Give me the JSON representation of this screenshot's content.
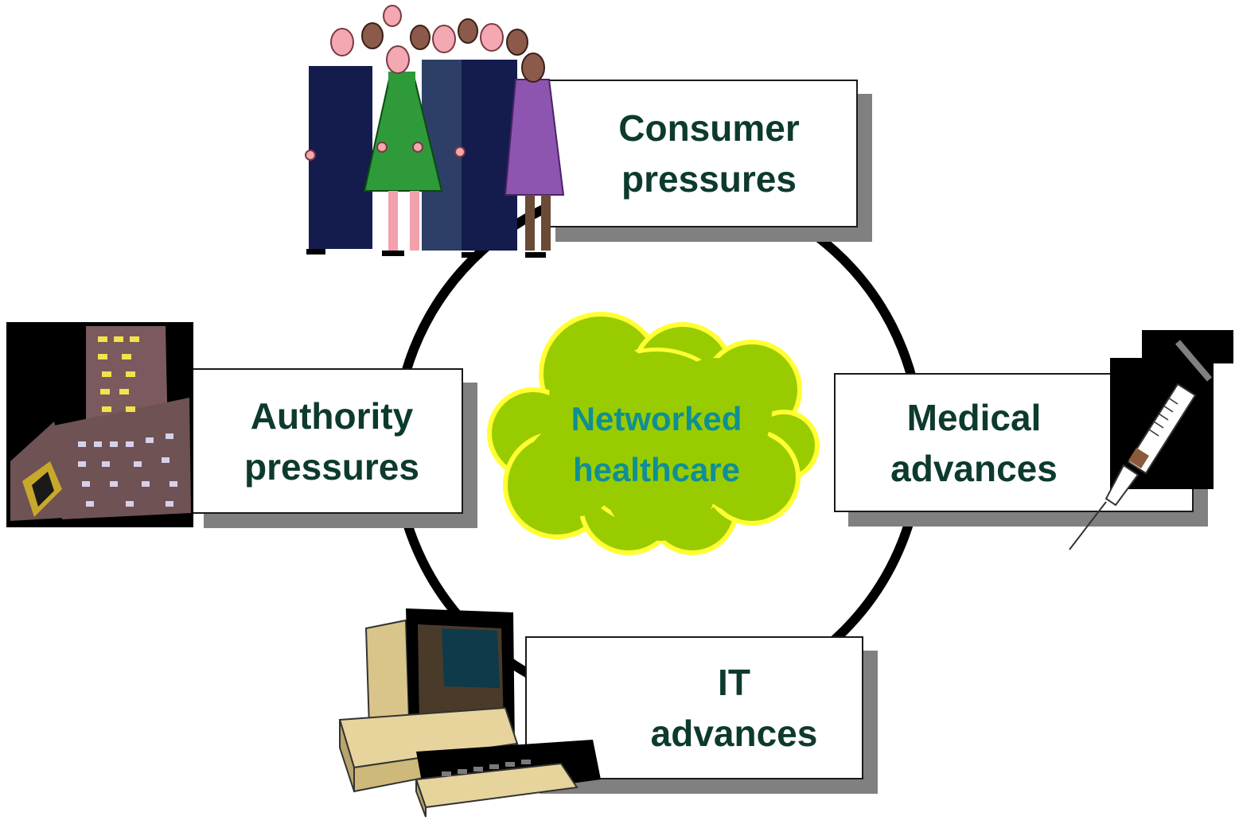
{
  "center": {
    "line1": "Networked",
    "line2": "healthcare"
  },
  "nodes": {
    "consumer": {
      "line1": "Consumer",
      "line2": "pressures",
      "illustration": "crowd-of-people-icon"
    },
    "authority": {
      "line1": "Authority",
      "line2": "pressures",
      "illustration": "buildings-icon"
    },
    "medical": {
      "line1": "Medical",
      "line2": "advances",
      "illustration": "syringe-icon"
    },
    "it": {
      "line1": "IT",
      "line2": "advances",
      "illustration": "computer-icon"
    }
  },
  "colors": {
    "box_text": "#0d3a2e",
    "center_text": "#0f8f94",
    "cloud_fill": "#99cc00",
    "cloud_outline": "#ffff33",
    "box_shadow": "#808080",
    "ring": "#000000"
  }
}
